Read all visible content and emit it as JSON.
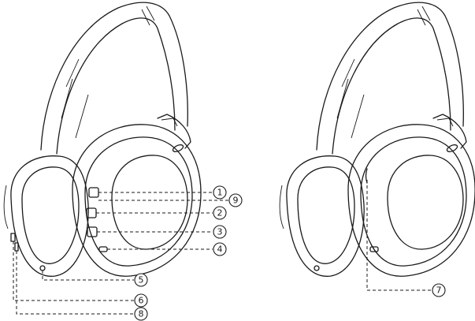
{
  "callouts": {
    "c1": "1",
    "c2": "2",
    "c3": "3",
    "c4": "4",
    "c5": "5",
    "c6": "6",
    "c7": "7",
    "c8": "8",
    "c9": "9"
  },
  "icons": {
    "left_view": "headphones-front-view-icon",
    "right_view": "headphones-side-view-icon"
  }
}
